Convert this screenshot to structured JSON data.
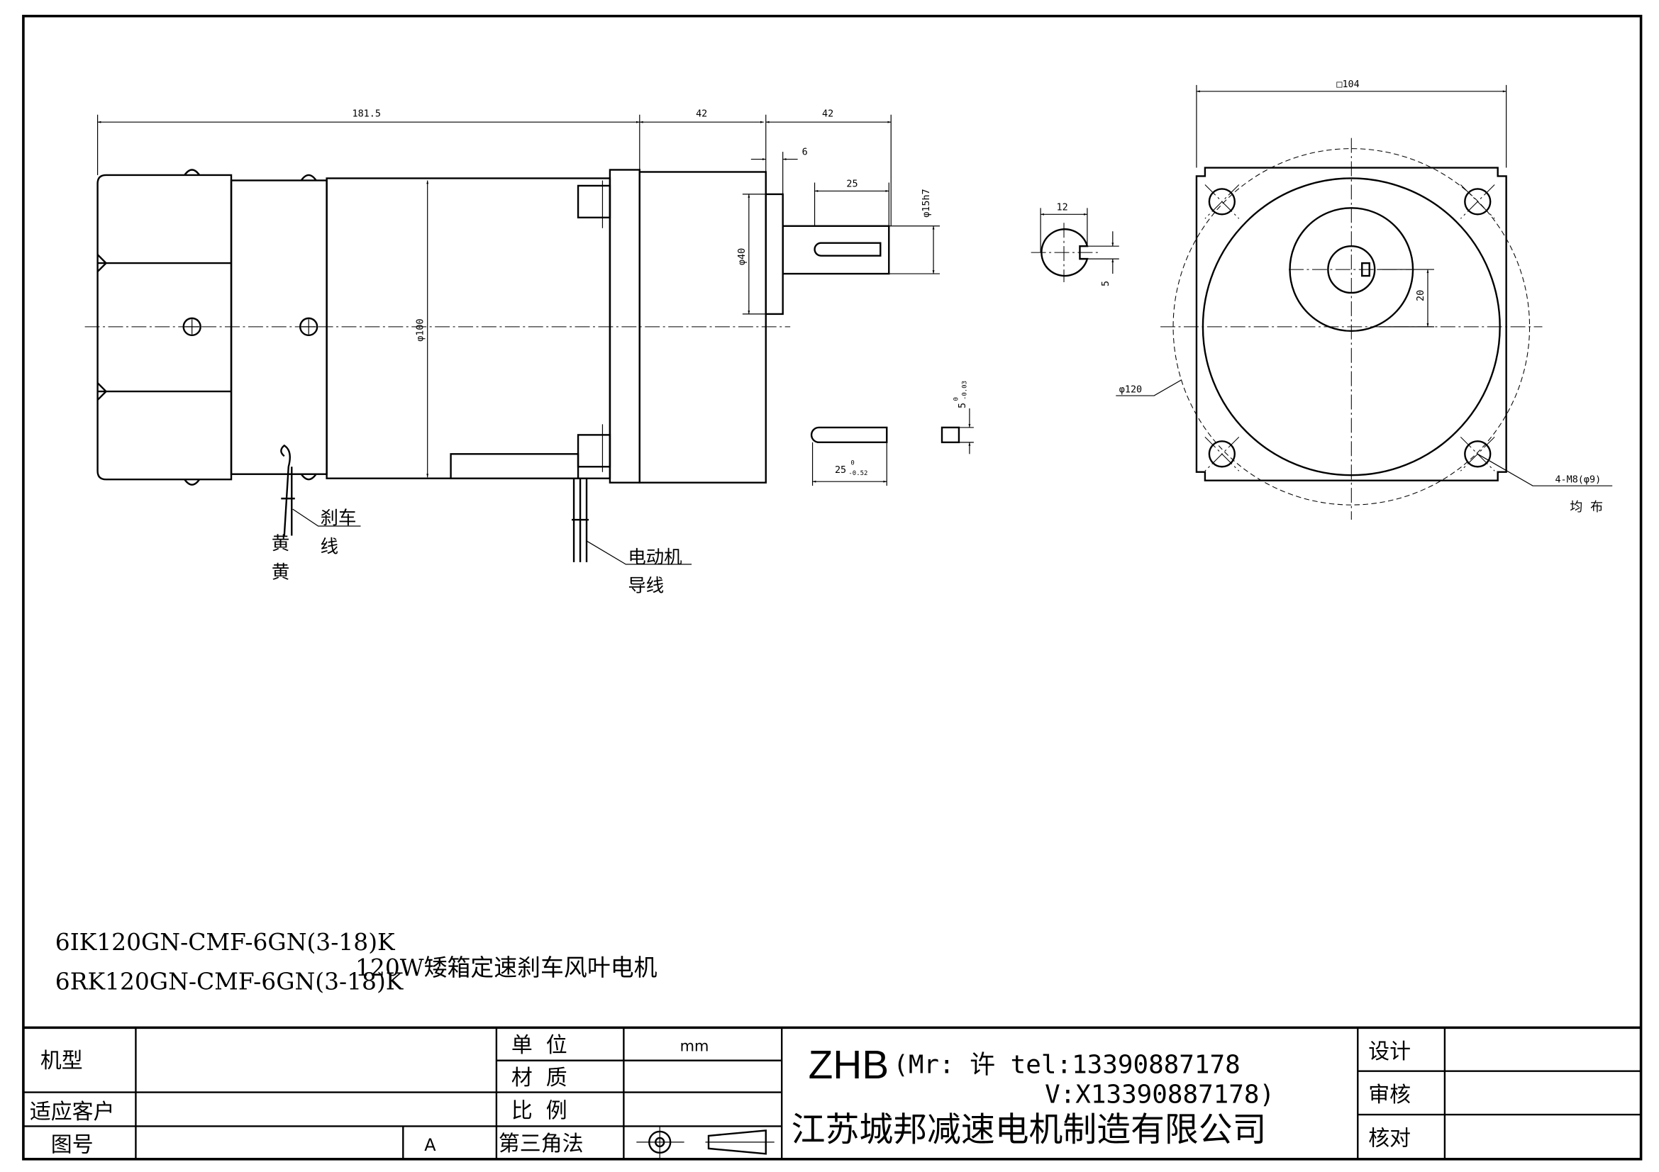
{
  "drawing": {
    "dimensions": {
      "overall_length": "181.5",
      "gearbox_length": "42",
      "shaft_length": "42",
      "pilot_length": "6",
      "key_length": "25",
      "shaft_dia": "φ15h7",
      "pilot_dia": "φ40",
      "motor_dia": "φ100",
      "section_width": "12",
      "section_key": "5",
      "key_len_tol": "25",
      "key_len_tol_upper": "0",
      "key_len_tol_lower": "-0.52",
      "key_w_tol": "5",
      "key_w_tol_upper": "0",
      "key_w_tol_lower": "-0.03",
      "flange_square": "□104",
      "pcd": "φ120",
      "shaft_offset": "20",
      "holes": "4-M8(φ9)",
      "holes_note": "均  布"
    },
    "labels": {
      "brake_wire_1": "刹车",
      "brake_wire_2": "线",
      "yellow_1": "黄",
      "yellow_2": "黄",
      "motor_lead_1": "电动机",
      "motor_lead_2": "导线"
    },
    "models": {
      "model_1": "6IK120GN-CMF-6GN(3-18)K",
      "model_2": "6RK120GN-CMF-6GN(3-18)K",
      "description": "120W矮箱定速刹车风叶电机"
    }
  },
  "title_block": {
    "machine_type": "机型",
    "customer": "适应客户",
    "drawing_no": "图号",
    "revision": "A",
    "unit_label": "单  位",
    "unit_value": "mm",
    "material_label": "材  质",
    "scale_label": "比  例",
    "projection": "第三角法",
    "brand": "ZHB",
    "contact_line_1": "(Mr: 许 tel:13390887178",
    "contact_line_2": "V:X13390887178)",
    "company": "江苏城邦减速电机制造有限公司",
    "design": "设计",
    "review": "审核",
    "check": "核对"
  }
}
